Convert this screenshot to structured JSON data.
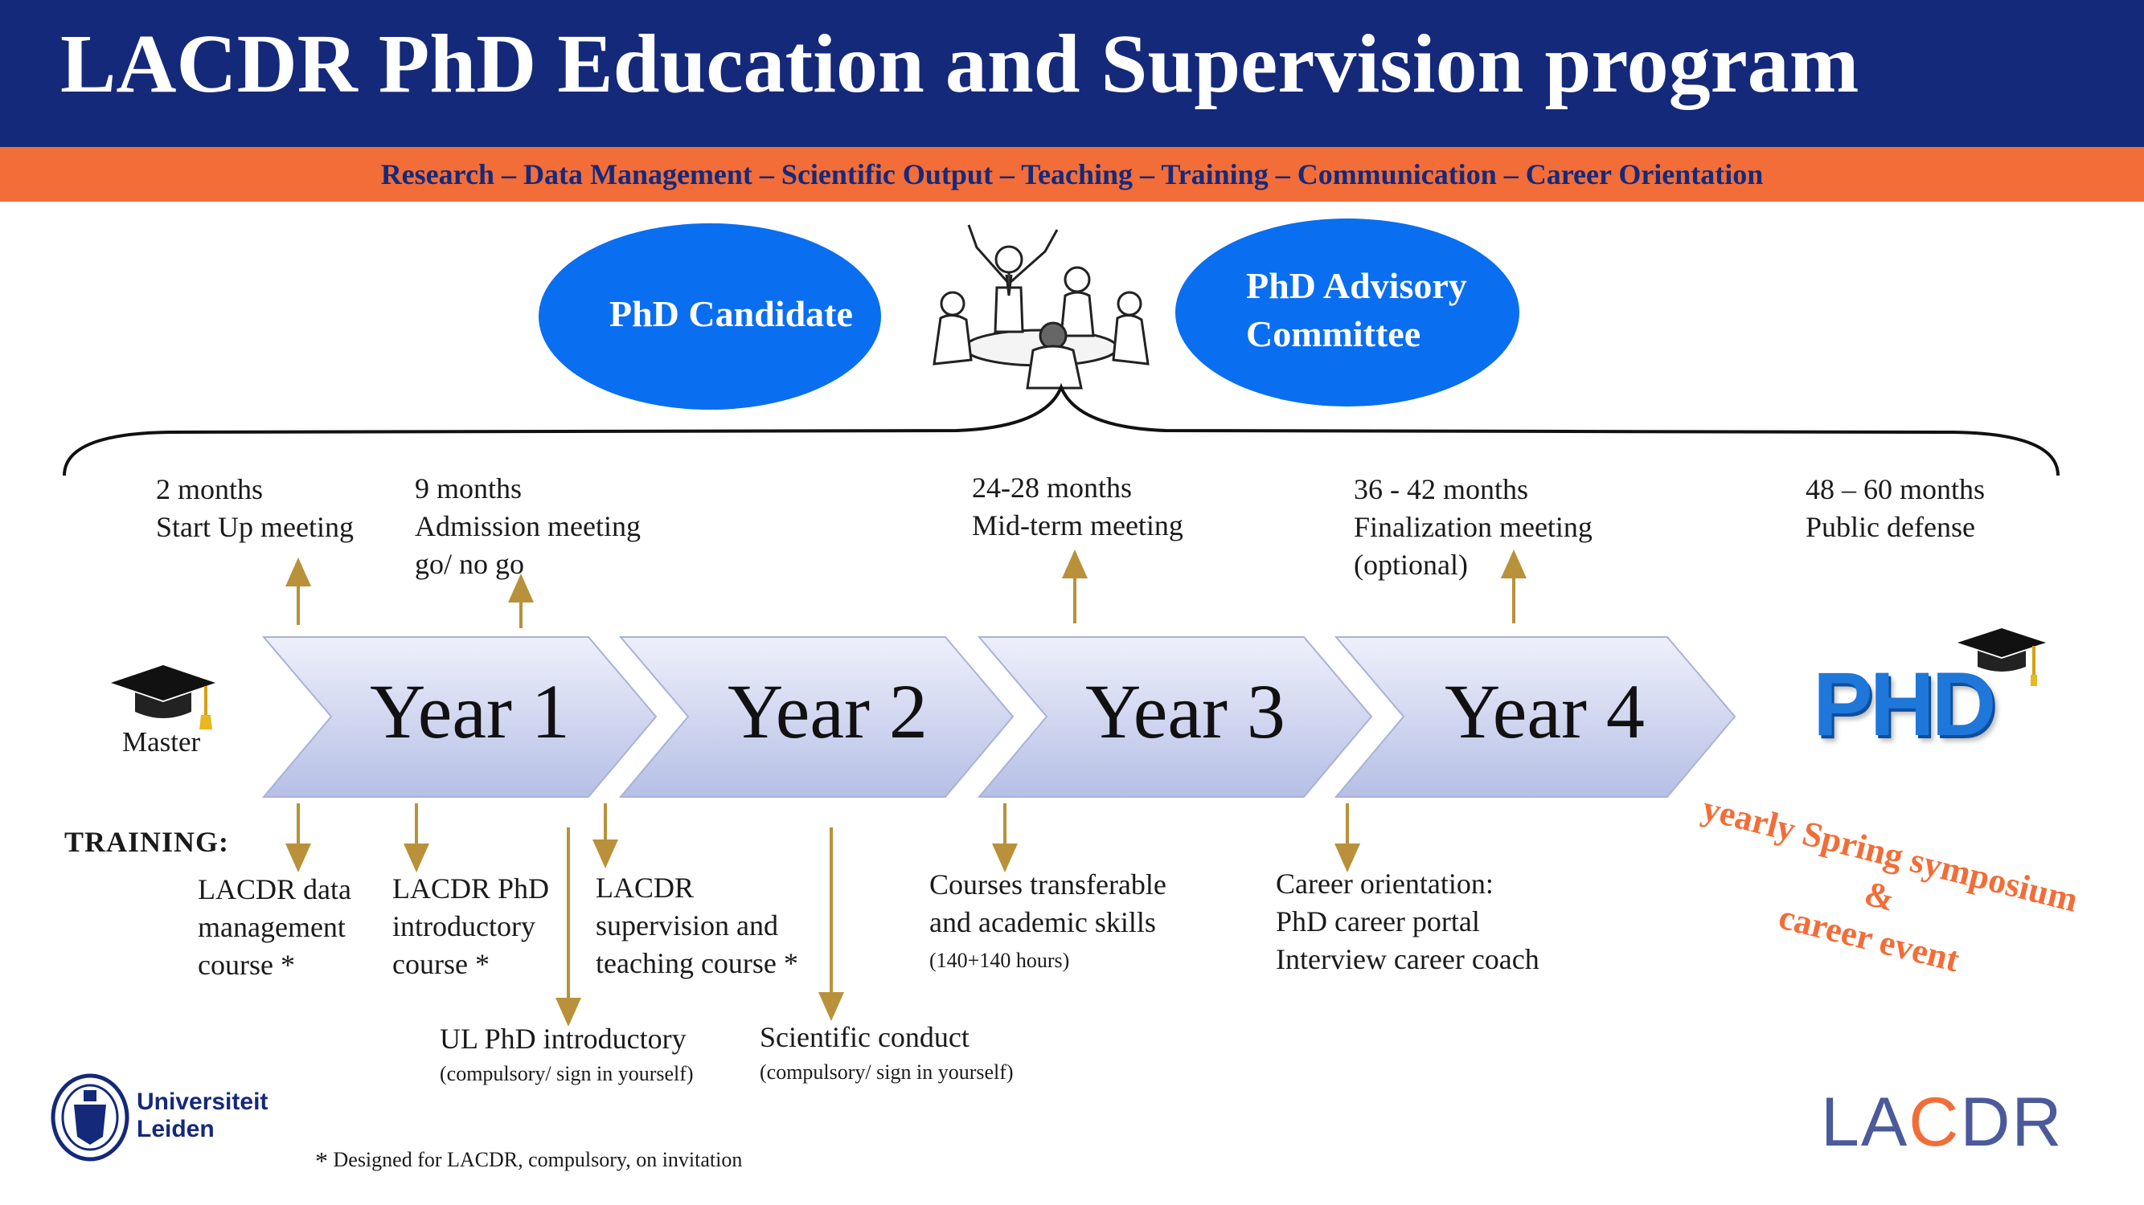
{
  "header": {
    "title": "LACDR PhD Education and Supervision program",
    "subtitle": "Research – Data Management – Scientific Output – Teaching – Training – Communication – Career Orientation"
  },
  "roles": {
    "candidate": "PhD Candidate",
    "committee_line1": "PhD Advisory",
    "committee_line2": "Committee"
  },
  "milestones": [
    {
      "time": "2 months",
      "line2": "Start Up meeting",
      "line3": ""
    },
    {
      "time": "9 months",
      "line2": "Admission meeting",
      "line3": "go/ no go"
    },
    {
      "time": "24-28 months",
      "line2": "Mid-term meeting",
      "line3": ""
    },
    {
      "time": "36 - 42 months",
      "line2": "Finalization meeting",
      "line3": "(optional)"
    },
    {
      "time": "48 – 60 months",
      "line2": "Public defense",
      "line3": ""
    }
  ],
  "years": [
    "Year 1",
    "Year 2",
    "Year 3",
    "Year 4"
  ],
  "start_label": "Master",
  "end_label": "PHD",
  "training": {
    "heading": "TRAINING:",
    "items": [
      {
        "line1": "LACDR data",
        "line2": "management",
        "line3": "course *"
      },
      {
        "line1": "LACDR PhD",
        "line2": "introductory",
        "line3": "course *"
      },
      {
        "line1": "LACDR",
        "line2": "supervision and",
        "line3": "teaching course *"
      },
      {
        "line1": "Courses transferable",
        "line2": "and academic skills",
        "note": "(140+140 hours)"
      },
      {
        "line1": "Career orientation:",
        "line2": "PhD career portal",
        "line3": "Interview career coach"
      }
    ],
    "lower_items": [
      {
        "line1": "UL PhD introductory",
        "note": "(compulsory/ sign in yourself)"
      },
      {
        "line1": "Scientific conduct",
        "note": "(compulsory/ sign in yourself)"
      }
    ]
  },
  "symposium": {
    "line1": "yearly Spring symposium",
    "line2": "&",
    "line3": "career event"
  },
  "footnote": {
    "star": "*",
    "text": "Designed for LACDR, compulsory, on invitation"
  },
  "logos": {
    "university_line1": "Universiteit",
    "university_line2": "Leiden",
    "lacdr_pre": "LA",
    "lacdr_c": "C",
    "lacdr_post": "DR"
  },
  "colors": {
    "navy": "#15297a",
    "orange": "#f26d38",
    "blue": "#0a6ef0",
    "arrow": "#b8913a",
    "chevron_top": "#eef0fb",
    "chevron_bottom": "#b6bfe6"
  }
}
